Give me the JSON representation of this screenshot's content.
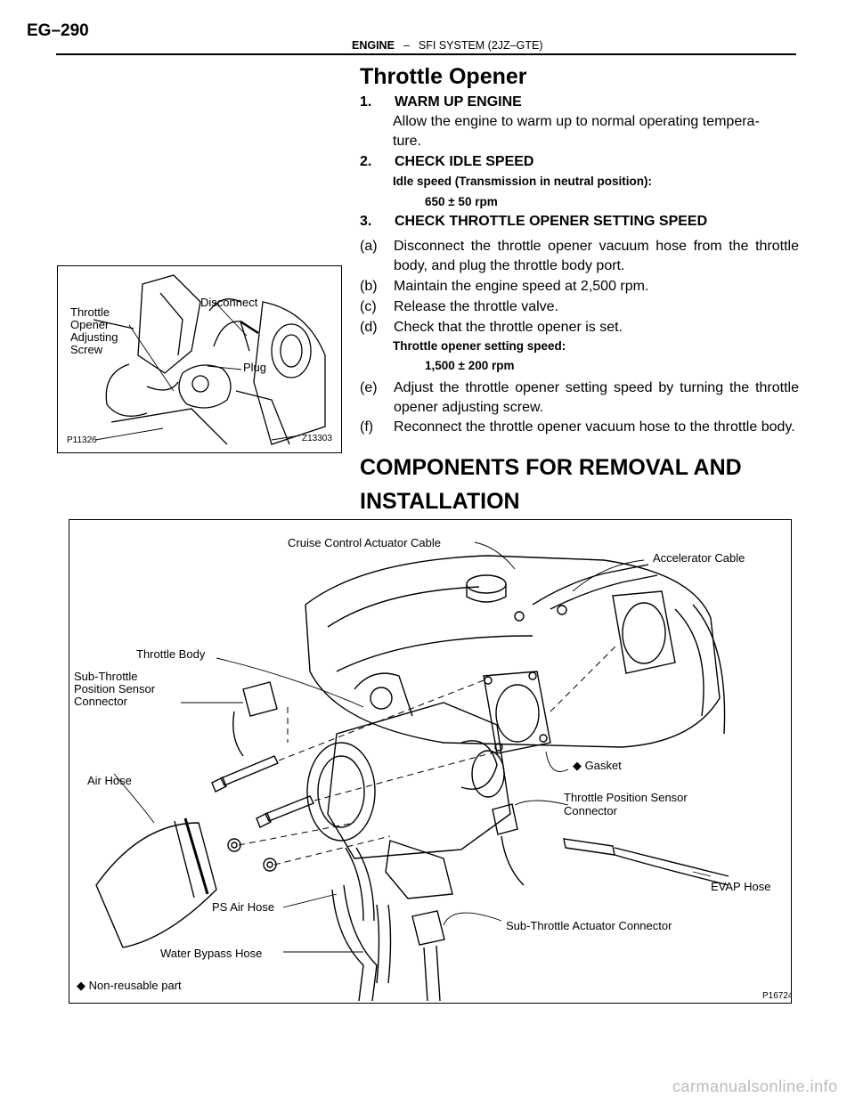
{
  "header": {
    "page_number": "EG–290",
    "section": "ENGINE",
    "separator": "–",
    "subsection": "SFI SYSTEM (2JZ–GTE)"
  },
  "throttle_opener": {
    "title": "Throttle Opener",
    "step1": {
      "num": "1.",
      "title": "WARM UP ENGINE",
      "text": "Allow the engine to warm up to normal operating tempera-",
      "text2": "ture."
    },
    "step2": {
      "num": "2.",
      "title": "CHECK IDLE SPEED",
      "spec_label": "Idle speed (Transmission in neutral position):",
      "spec_value": "650 ± 50 rpm"
    },
    "step3": {
      "num": "3.",
      "title": "CHECK THROTTLE OPENER SETTING SPEED"
    },
    "sub_a": {
      "label": "(a)",
      "text": "Disconnect the throttle opener vacuum hose from the throttle body, and plug the throttle body port."
    },
    "sub_b": {
      "label": "(b)",
      "text": "Maintain the engine speed at 2,500 rpm."
    },
    "sub_c": {
      "label": "(c)",
      "text": "Release the throttle valve."
    },
    "sub_d": {
      "label": "(d)",
      "text": "Check that the throttle opener is set.",
      "spec_label": "Throttle opener setting speed:",
      "spec_value": "1,500 ± 200 rpm"
    },
    "sub_e": {
      "label": "(e)",
      "text": "Adjust the throttle opener setting speed by turning the throttle opener adjusting screw."
    },
    "sub_f": {
      "label": "(f)",
      "text": "Reconnect the throttle opener vacuum hose to the throttle body."
    }
  },
  "figure1": {
    "label_screw_1": "Throttle",
    "label_screw_2": "Opener",
    "label_screw_3": "Adjusting",
    "label_screw_4": "Screw",
    "label_disconnect": "Disconnect",
    "label_plug": "Plug",
    "code_left": "P11326",
    "code_right": "Z13303"
  },
  "components": {
    "title_line1": "COMPONENTS FOR REMOVAL AND",
    "title_line2": "INSTALLATION"
  },
  "figure2": {
    "cruise_cable": "Cruise Control Actuator Cable",
    "accel_cable": "Accelerator Cable",
    "throttle_body": "Throttle Body",
    "sub_tps_1": "Sub-Throttle",
    "sub_tps_2": "Position Sensor",
    "sub_tps_3": "Connector",
    "gasket": "◆ Gasket",
    "air_hose": "Air Hose",
    "tps_1": "Throttle Position Sensor",
    "tps_2": "Connector",
    "evap": "EVAP Hose",
    "ps_air": "PS Air Hose",
    "sub_act": "Sub-Throttle Actuator Connector",
    "water_bypass": "Water Bypass Hose",
    "non_reusable": "◆ Non-reusable part",
    "code": "P16724"
  },
  "footer": {
    "watermark": "carmanualsonline.info"
  }
}
